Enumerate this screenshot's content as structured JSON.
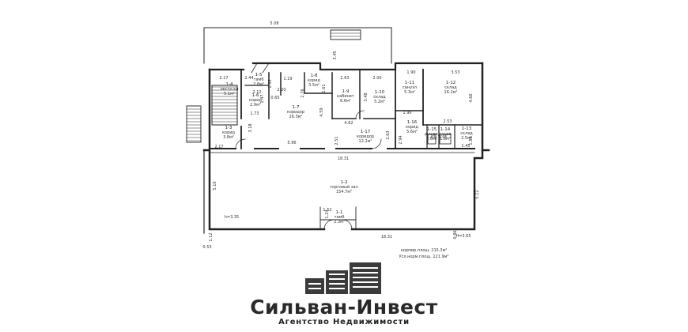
{
  "plan": {
    "dimensions": [
      "5.08",
      "3.45",
      "2.17",
      "2.44",
      "1.19",
      "2.63",
      "2.00",
      "1.90",
      "3.53",
      "1.73",
      "0.65",
      "1.47",
      "1.55",
      "2.20",
      "4.59",
      "3.18",
      "5.96",
      "2.17",
      "2.51",
      "4.62",
      "2.63",
      "2.94",
      "1.90",
      "2.53",
      "1.45",
      "1.88",
      "3.48",
      "4.66",
      "18.31",
      "5.10",
      "5.12",
      "1.12",
      "0.53",
      "1.52",
      "1.24",
      "18.31",
      "0.86",
      "1.43",
      "0.95",
      "1.61",
      "2.76",
      "2.12"
    ],
    "rooms": [
      {
        "id": "1-4",
        "name": "лестн.кл",
        "area": "5.1м²"
      },
      {
        "id": "1-5",
        "name": "тамб",
        "area": "2.8м²"
      },
      {
        "id": "1-6",
        "name": "корид",
        "area": "2.9м²"
      },
      {
        "id": "1-8",
        "name": "корид",
        "area": "3.5м²"
      },
      {
        "id": "1-9",
        "name": "кабинет",
        "area": "6.6м²"
      },
      {
        "id": "1-10",
        "name": "склад",
        "area": "5.2м²"
      },
      {
        "id": "1-11",
        "name": "санузл",
        "area": "5.3м²"
      },
      {
        "id": "1-12",
        "name": "склад",
        "area": "16.2м²"
      },
      {
        "id": "1-7",
        "name": "коридор",
        "area": "26.3м²"
      },
      {
        "id": "1-3",
        "name": "корид",
        "area": "3.8м²"
      },
      {
        "id": "1-17",
        "name": "коридор",
        "area": "12.2м²"
      },
      {
        "id": "1-16",
        "name": "корид",
        "area": "5.6м²"
      },
      {
        "id": "1-15",
        "name": "душев.",
        "area": "1.6м²"
      },
      {
        "id": "1-14",
        "name": "душев.",
        "area": "1.6м²"
      },
      {
        "id": "1-13",
        "name": "склад",
        "area": "2.5м²"
      },
      {
        "id": "1-2",
        "name": "торговый зал",
        "area": "154.7м²"
      },
      {
        "id": "1-1",
        "name": "тамб",
        "area": "2.3м²"
      }
    ],
    "heights": [
      "h=3.35",
      "H=3.65"
    ],
    "totals": [
      {
        "label": "нормир.площ.",
        "value": "215.3м²"
      },
      {
        "label": "Усл.норм.площ.",
        "value": "121.9м²"
      }
    ]
  },
  "brand": {
    "name": "Сильван-Инвест",
    "tagline": "Агентство Недвижимости",
    "logo_color": "#3b3b3b"
  }
}
